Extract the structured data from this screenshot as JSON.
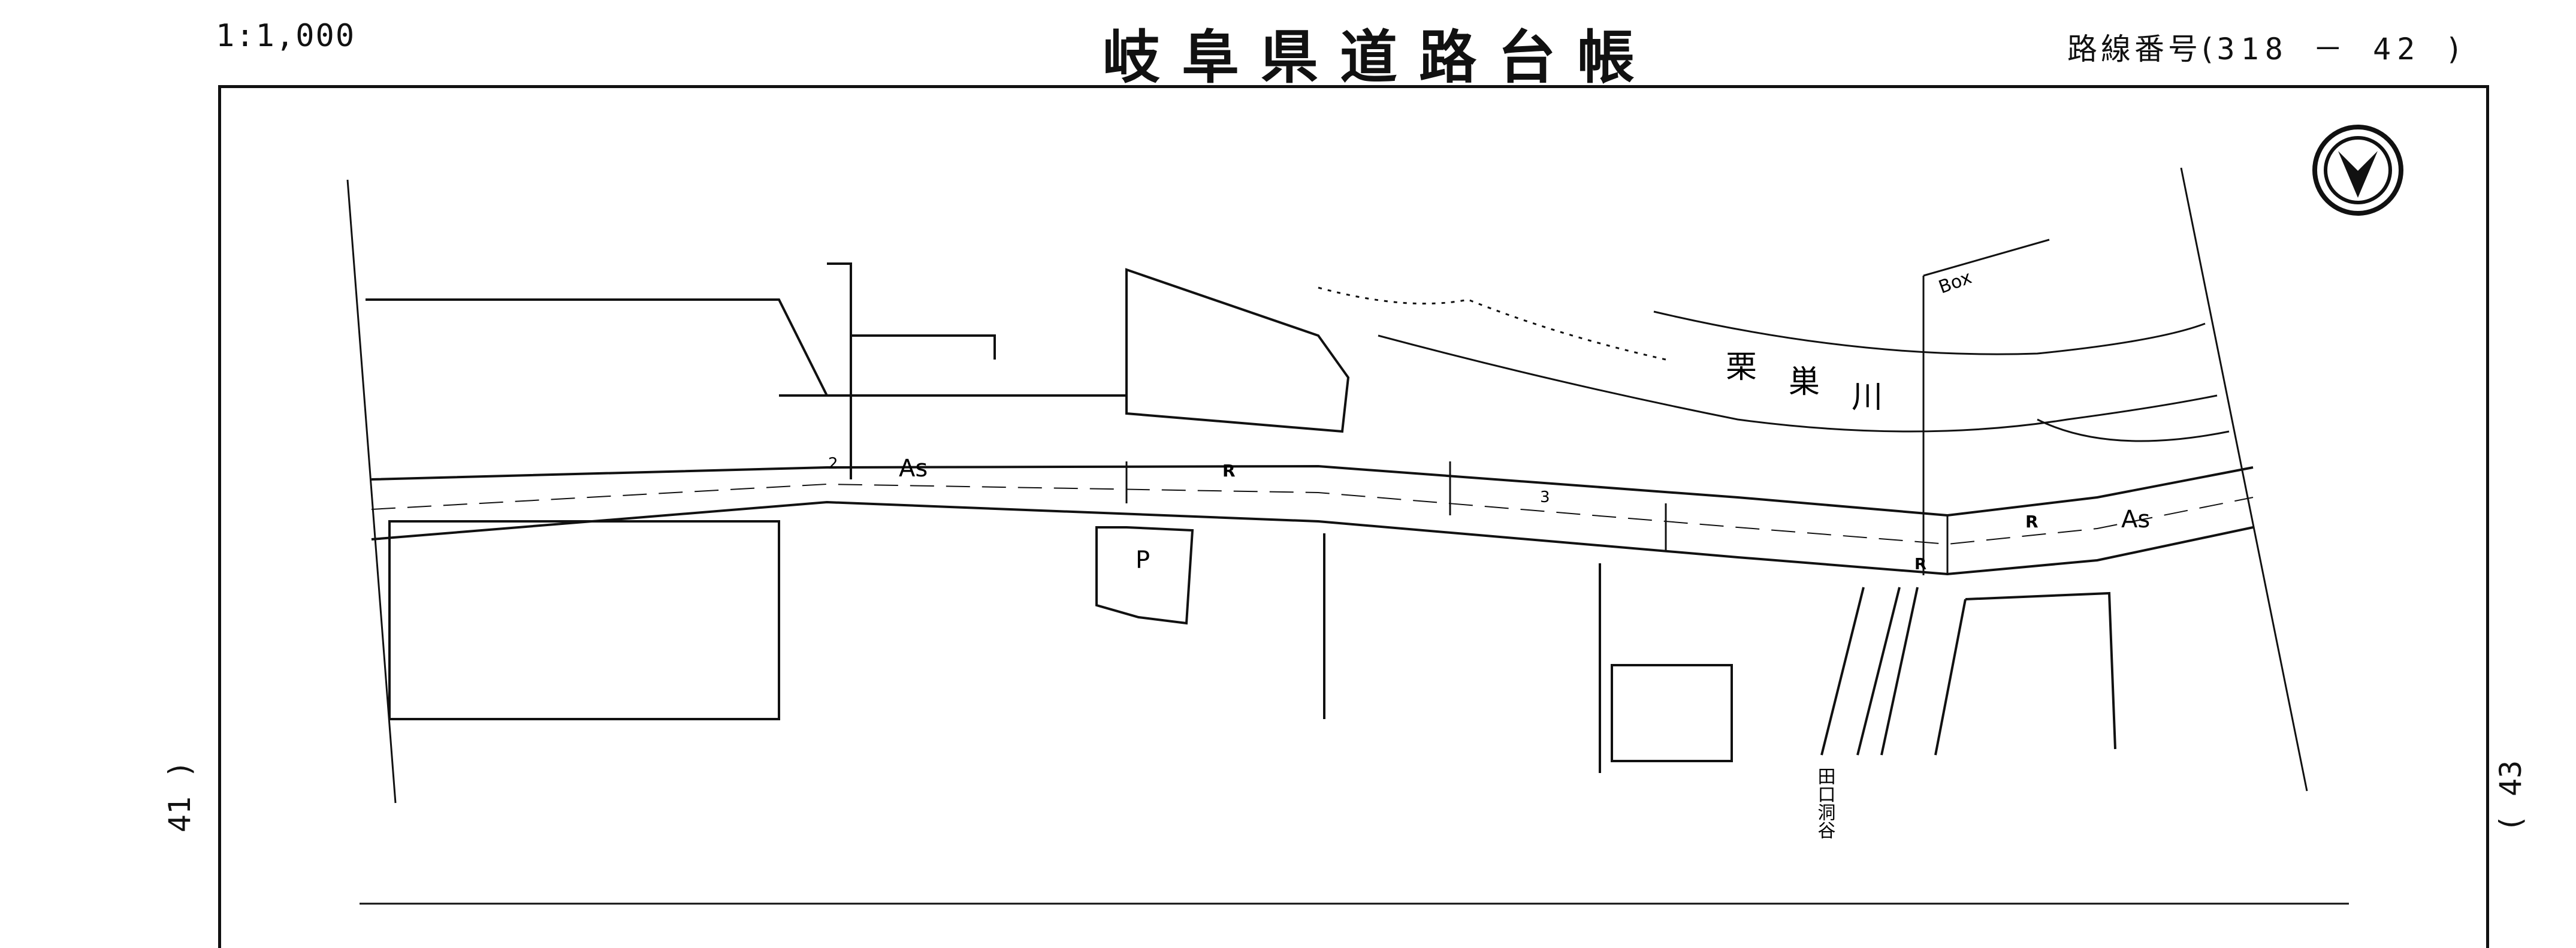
{
  "header": {
    "scale": "1:1,000",
    "title": "岐阜県道路台帳",
    "route_label": "路線番号(",
    "route_value": "318 － 42 )"
  },
  "side_pages": {
    "left": "41 )",
    "right": "( 43"
  },
  "map_labels": {
    "river_chars": [
      "栗",
      "巣",
      "川"
    ],
    "box": "Box",
    "surface_left": "As",
    "surface_right": "As",
    "r_marks": [
      "R",
      "R",
      "R"
    ],
    "num_2": "2",
    "num_3": "3",
    "parking": "P",
    "tributary": "田口洞谷"
  },
  "icons": {
    "north": "north-arrow-icon"
  }
}
